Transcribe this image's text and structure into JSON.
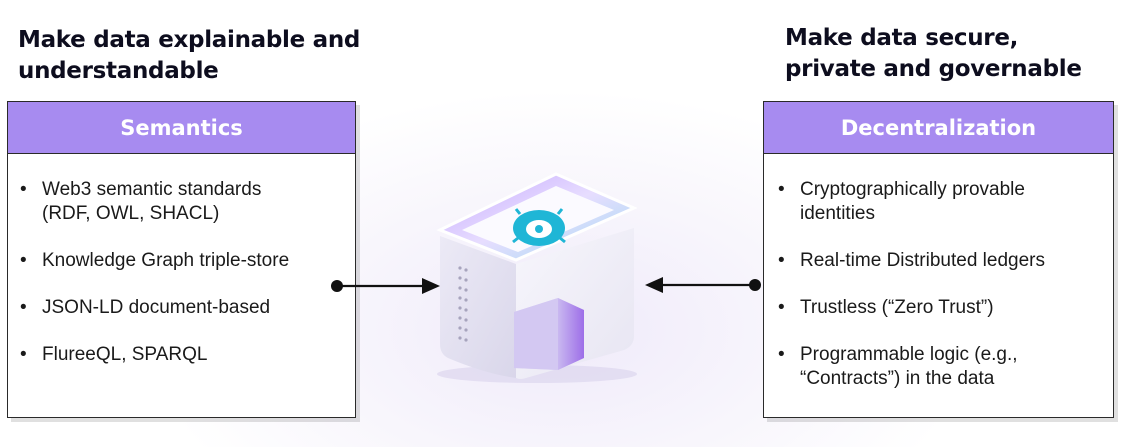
{
  "left": {
    "heading": "Make data explainable and\nunderstandable",
    "title": "Semantics",
    "items": [
      "Web3 semantic standards\n(RDF, OWL, SHACL)",
      "Knowledge Graph triple-store",
      "JSON-LD document-based",
      "FlureeQL, SPARQL"
    ]
  },
  "right": {
    "heading": "Make data secure,\nprivate and governable",
    "title": "Decentralization",
    "items": [
      "Cryptographically provable\nidentities",
      "Real-time Distributed ledgers",
      "Trustless (“Zero Trust”)",
      "Programmable logic (e.g.,\n“Contracts”) in the data"
    ]
  },
  "colors": {
    "accent": "#a78bf0",
    "logo": "#1fb6d6"
  },
  "icons": [
    "server-cube-icon",
    "fluree-logo-icon",
    "arrow-right-icon",
    "arrow-left-icon"
  ]
}
